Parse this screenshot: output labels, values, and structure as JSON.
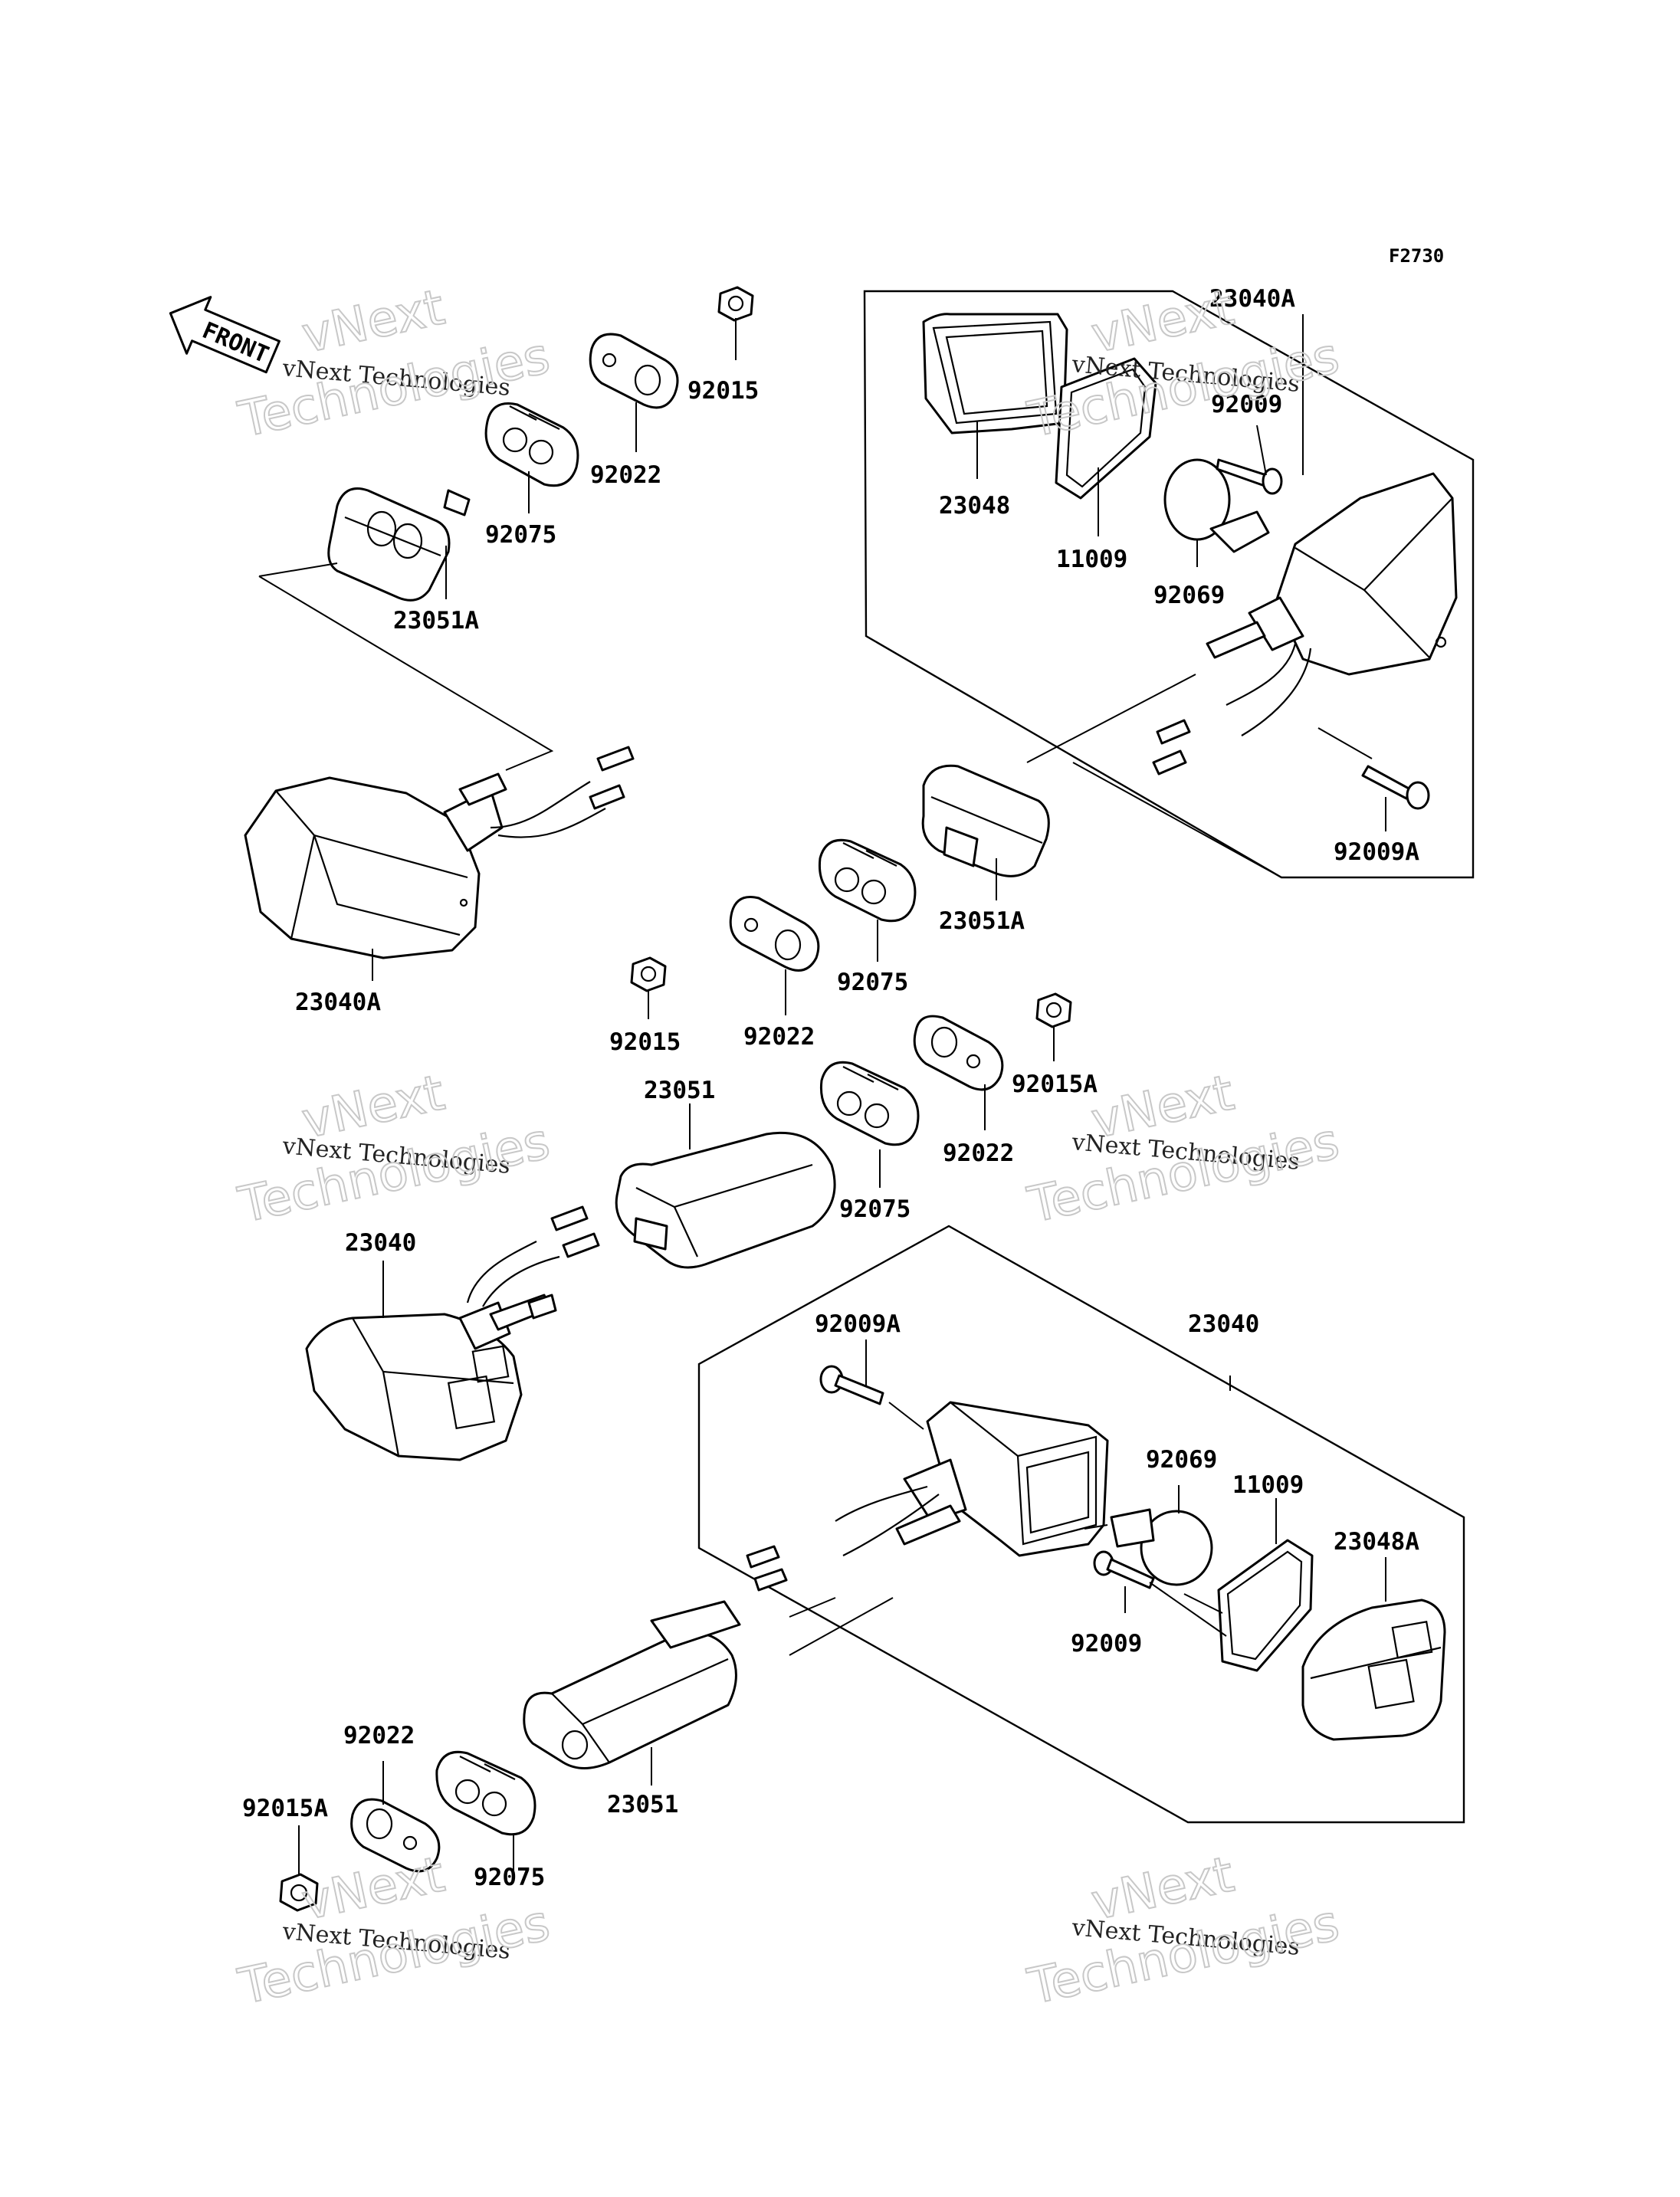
{
  "figure_id": "F2730",
  "front_label": "FRONT",
  "watermark": {
    "line1": "vNext",
    "line2": "vNext Technologies",
    "line3": "Technologies"
  },
  "labels": {
    "l_23040A_top": "23040A",
    "l_92009_top": "92009",
    "l_23048": "23048",
    "l_11009_top": "11009",
    "l_92069_top": "92069",
    "l_92009A_right": "92009A",
    "l_92015_top": "92015",
    "l_92022_top": "92022",
    "l_92075_top": "92075",
    "l_23051A_top": "23051A",
    "l_23040A_left": "23040A",
    "l_23051A_mid": "23051A",
    "l_92075_mid": "92075",
    "l_92022_mid": "92022",
    "l_92015_mid": "92015",
    "l_92015A_mid": "92015A",
    "l_23051_mid": "23051",
    "l_92022_low": "92022",
    "l_92075_low": "92075",
    "l_23040_left": "23040",
    "l_23040_right": "23040",
    "l_92009A_low": "92009A",
    "l_92069_low": "92069",
    "l_11009_low": "11009",
    "l_23048A": "23048A",
    "l_92009_low": "92009",
    "l_23051_low": "23051",
    "l_92022_bot": "92022",
    "l_92015A_bot": "92015A",
    "l_92075_bot": "92075"
  }
}
